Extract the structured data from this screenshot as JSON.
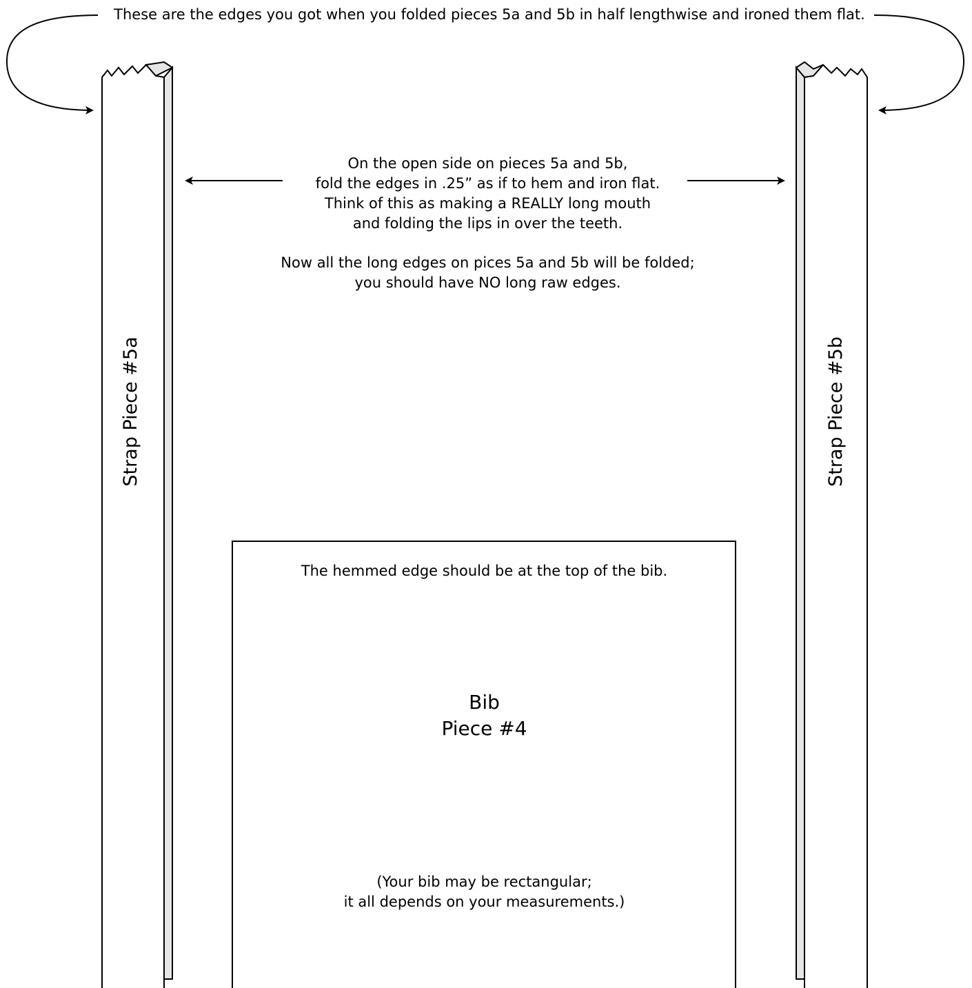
{
  "top_note": "These are the edges you got when you folded pieces 5a and 5b in half lengthwise and ironed them flat.",
  "instructions": {
    "lines_1": [
      "On the open side on pieces 5a and 5b,",
      "fold the edges in .25” as if to hem and iron flat.",
      "Think of this as making a REALLY long mouth",
      "and folding the lips in over the teeth."
    ],
    "lines_2": [
      "Now all the long edges on pices 5a and 5b will be folded;",
      "you should have NO long raw edges."
    ]
  },
  "strap_a_label": "Strap Piece #5a",
  "strap_b_label": "Strap Piece #5b",
  "bib": {
    "hem_note": "The hemmed edge should be at the top of the bib.",
    "title_line1": "Bib",
    "title_line2": "Piece #4",
    "note_line1": "(Your bib may be rectangular;",
    "note_line2": "it all depends on your measurements.)"
  },
  "colors": {
    "stroke": "#000000",
    "fold_fill": "#e6e6e6",
    "fill": "#ffffff"
  }
}
